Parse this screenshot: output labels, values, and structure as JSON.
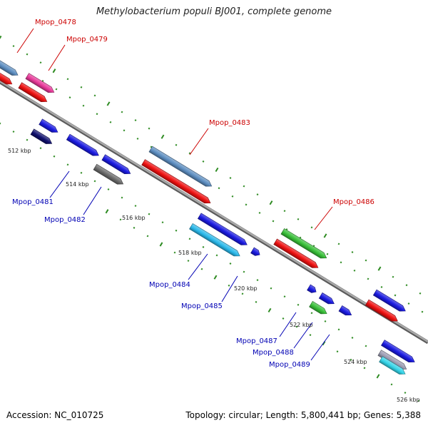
{
  "title": "Methylobacterium populi BJ001, complete genome",
  "accession_text": "Accession: NC_010725",
  "summary_text": "Topology: circular; Length: 5,800,441 bp; Genes: 5,388",
  "colors": {
    "backbone": "#8c8c8c",
    "tick_marks": "#2e8b22",
    "label_forward": "#cc0000",
    "label_reverse": "#0000b4",
    "steel_blue": "#5c8dc0",
    "red": "#ee1111",
    "magenta": "#e8399a",
    "blue": "#1a1ae0",
    "navy": "#10106e",
    "gray": "#6a6a6a",
    "sky_blue": "#2ab8ea",
    "green": "#38bf38",
    "cyan": "#33d4e8"
  },
  "gene_labels": [
    {
      "id": "Mpop_0478",
      "strand": "forward"
    },
    {
      "id": "Mpop_0479",
      "strand": "forward"
    },
    {
      "id": "Mpop_0483",
      "strand": "forward"
    },
    {
      "id": "Mpop_0486",
      "strand": "forward"
    },
    {
      "id": "Mpop_0481",
      "strand": "reverse"
    },
    {
      "id": "Mpop_0482",
      "strand": "reverse"
    },
    {
      "id": "Mpop_0484",
      "strand": "reverse"
    },
    {
      "id": "Mpop_0485",
      "strand": "reverse"
    },
    {
      "id": "Mpop_0487",
      "strand": "reverse"
    },
    {
      "id": "Mpop_0488",
      "strand": "reverse"
    },
    {
      "id": "Mpop_0489",
      "strand": "reverse"
    }
  ],
  "position_ticks": [
    "512 kbp",
    "514 kbp",
    "516 kbp",
    "518 kbp",
    "520 kbp",
    "522 kbp",
    "524 kbp",
    "526 kbp"
  ]
}
